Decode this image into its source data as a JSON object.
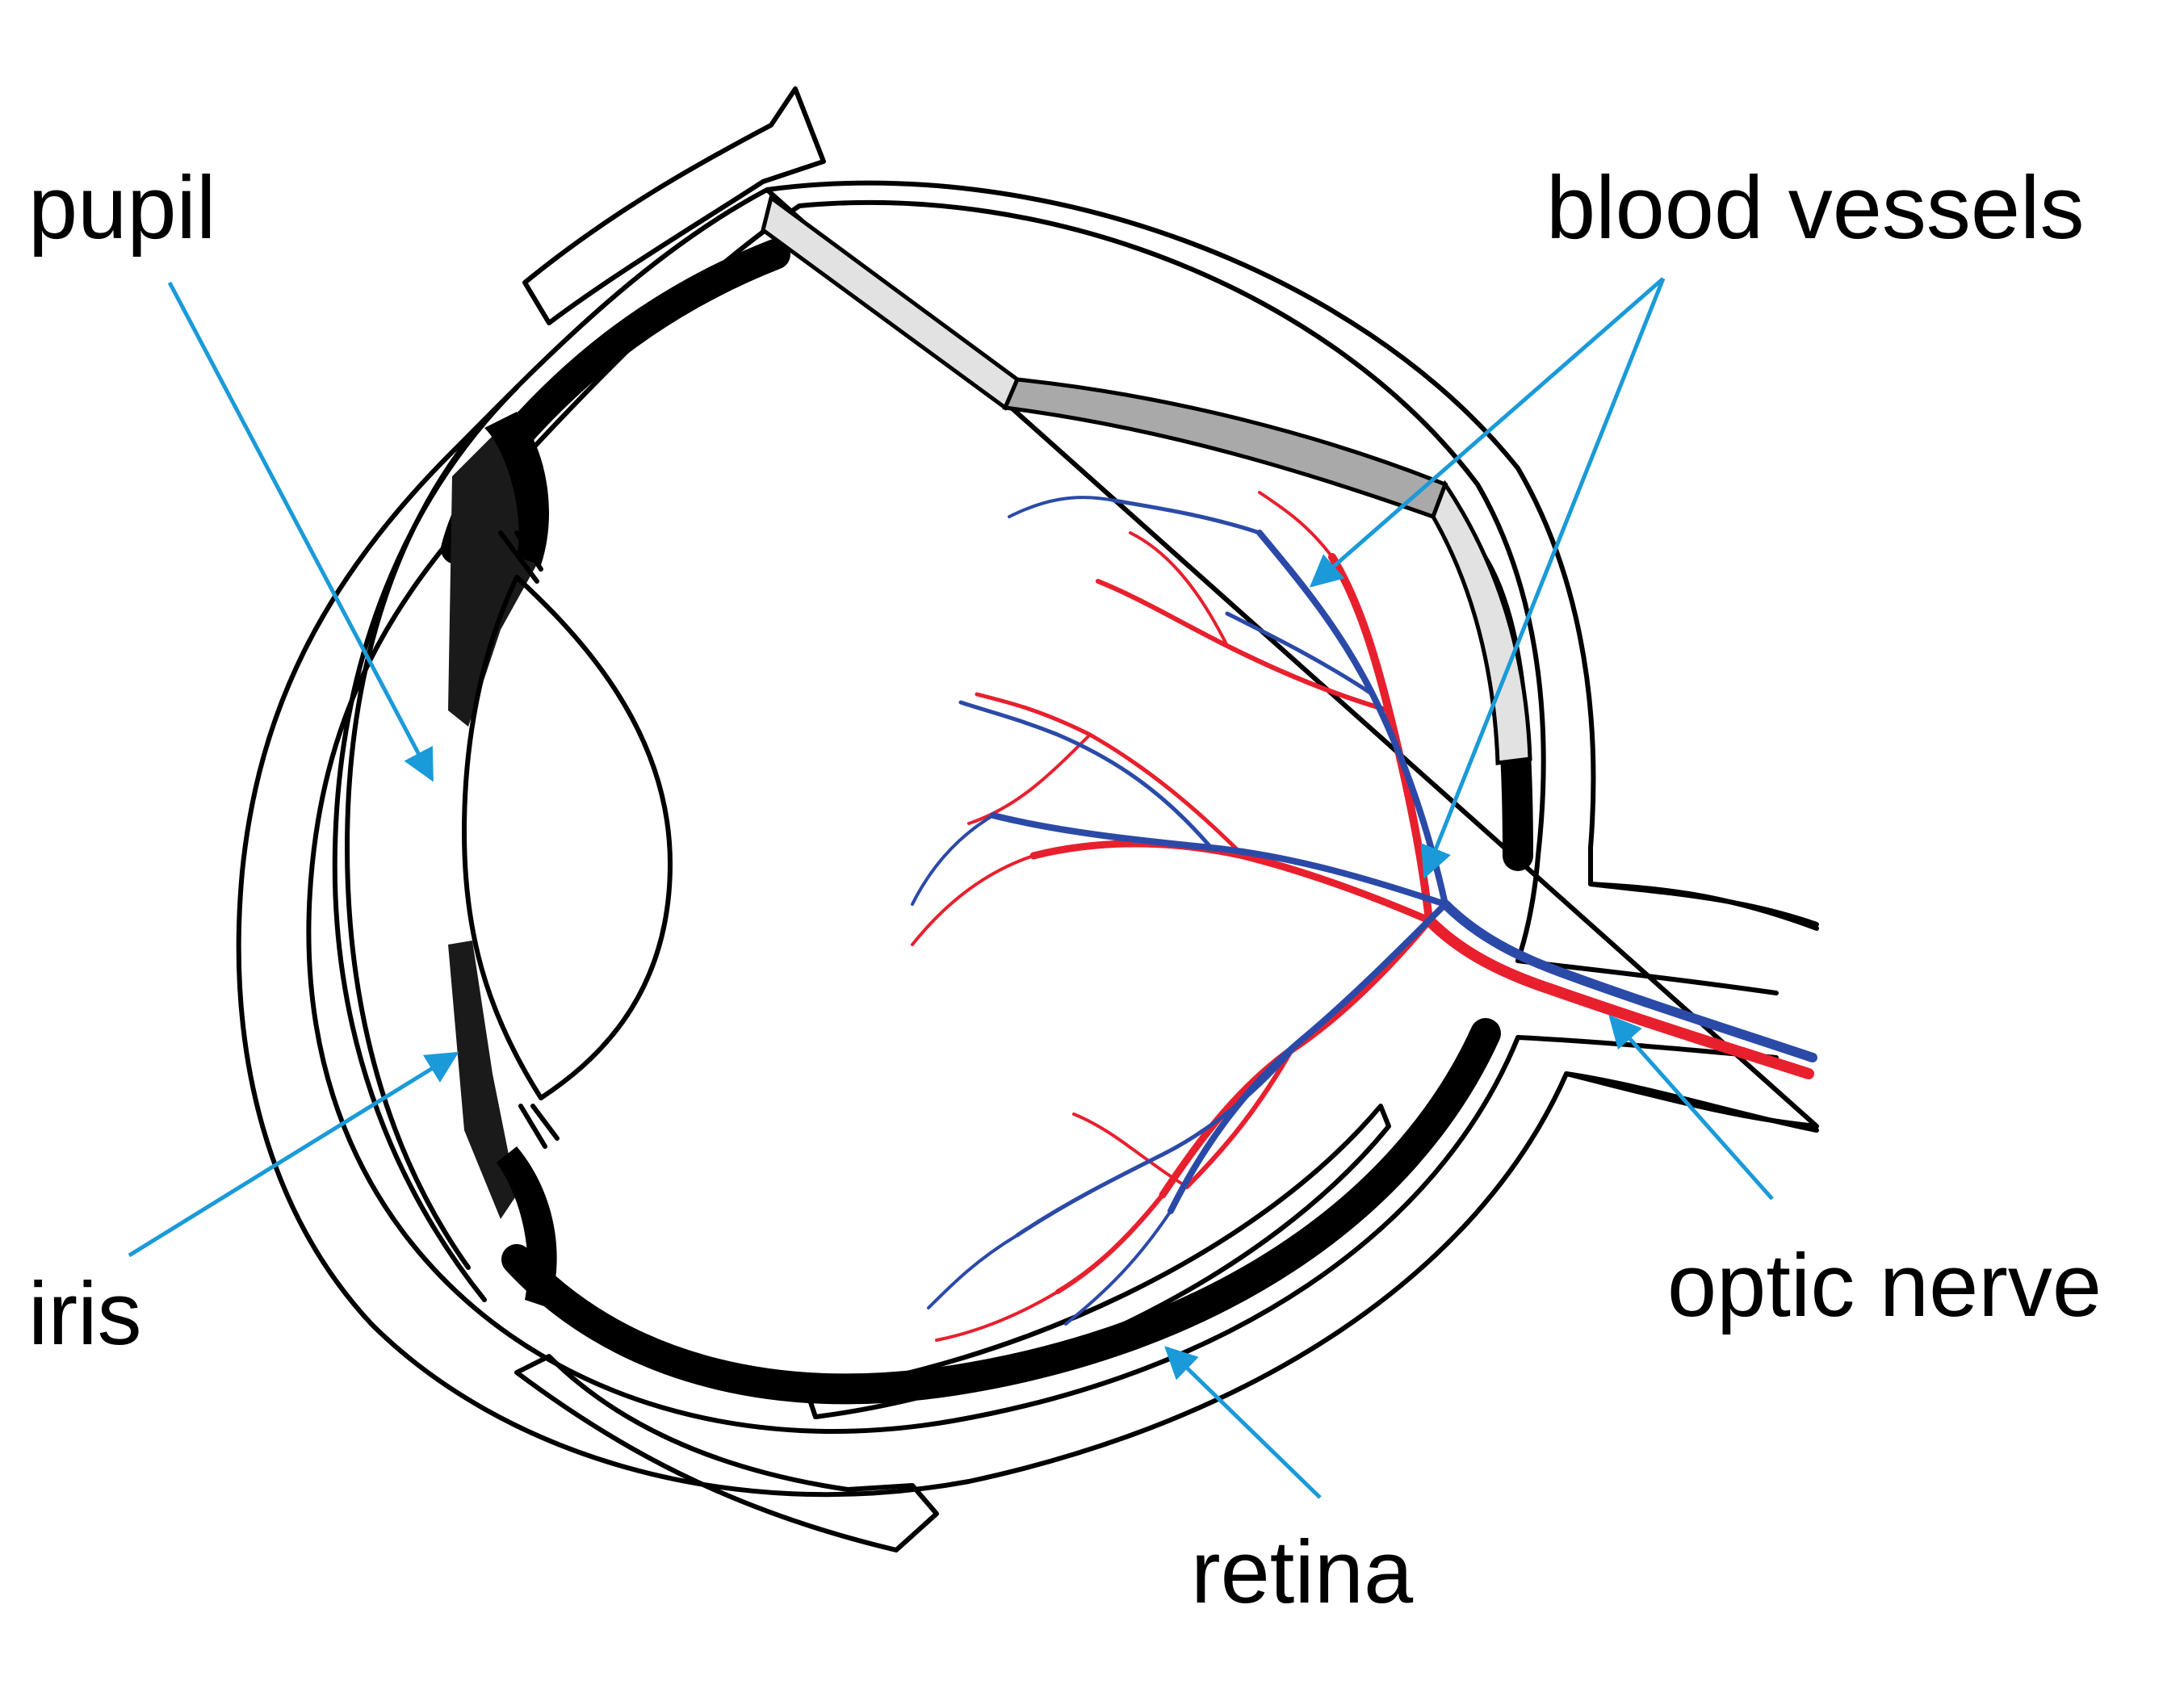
{
  "labels": {
    "pupil": "pupil",
    "blood_vessels": "blood vessels",
    "iris": "iris",
    "optic_nerve": "optic nerve",
    "retina": "retina"
  },
  "colors": {
    "pointer": "#1a9ad9",
    "artery": "#e8202e",
    "vein": "#2b4aa8",
    "outline": "#000000",
    "sclera_band_light": "#e2e2e2",
    "sclera_band_dark": "#a9a9a9"
  }
}
